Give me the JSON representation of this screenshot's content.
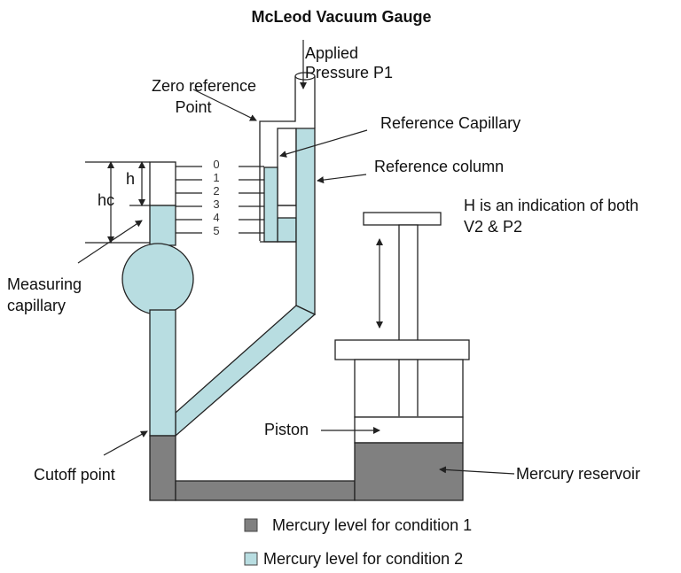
{
  "title": "McLeod Vacuum Gauge",
  "colors": {
    "mercury_condition_1": "#808080",
    "mercury_condition_2": "#b8dde1",
    "outline": "#222222"
  },
  "labels": {
    "applied_pressure_line1": "Applied",
    "applied_pressure_line2": "Pressure P1",
    "zero_reference_line1": "Zero reference",
    "zero_reference_line2": "Point",
    "reference_capillary": "Reference Capillary",
    "reference_column": "Reference column",
    "h_indication_line1": "H is an indication of both",
    "h_indication_line2": "V2 & P2",
    "h": "h",
    "hc": "hc",
    "measuring_capillary_line1": "Measuring",
    "measuring_capillary_line2": "capillary",
    "piston": "Piston",
    "cutoff_point": "Cutoff point",
    "mercury_reservoir": "Mercury reservoir"
  },
  "scale_ticks": [
    "0",
    "1",
    "2",
    "3",
    "4",
    "5"
  ],
  "legend": [
    {
      "label": "Mercury level for condition 1",
      "swatch": "mercury_condition_1"
    },
    {
      "label": "Mercury level for condition 2",
      "swatch": "mercury_condition_2"
    }
  ]
}
